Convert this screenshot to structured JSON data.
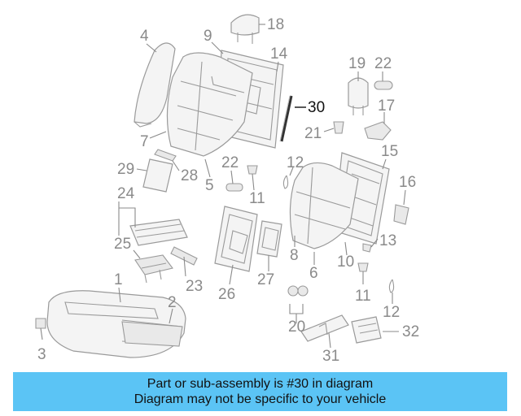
{
  "diagram": {
    "highlighted_part": "30",
    "callouts": [
      "1",
      "2",
      "3",
      "4",
      "5",
      "6",
      "7",
      "8",
      "9",
      "10",
      "11",
      "11",
      "12",
      "12",
      "13",
      "14",
      "15",
      "16",
      "17",
      "18",
      "19",
      "20",
      "21",
      "22",
      "22",
      "23",
      "24",
      "25",
      "26",
      "27",
      "28",
      "29",
      "30",
      "31",
      "32"
    ]
  },
  "banner": {
    "line1": "Part or sub-assembly is #30 in diagram",
    "line2": "Diagram may not be specific to your vehicle"
  },
  "colors": {
    "banner_bg": "#5bc4f5",
    "linework": "#9a9a9a",
    "label": "#8a8a8a",
    "highlight": "#111111"
  }
}
